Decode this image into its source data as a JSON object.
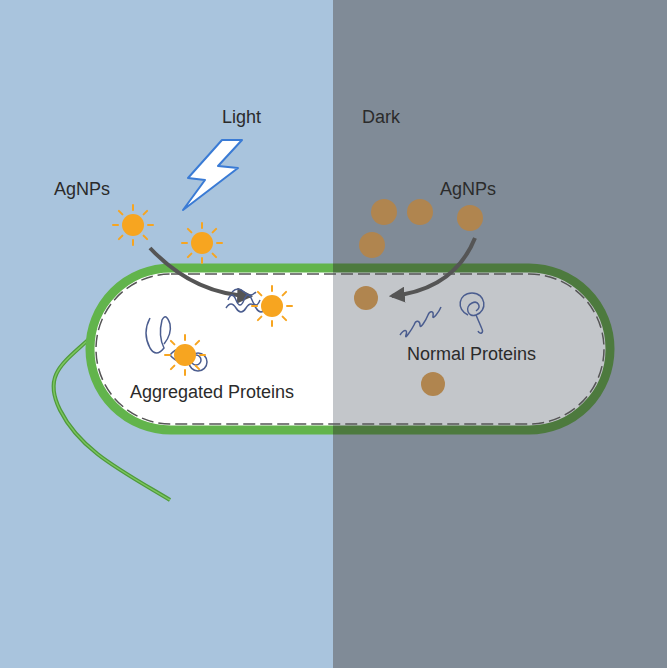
{
  "diagram": {
    "labels": [
      "Light",
      "Dark",
      "AgNPs",
      "AgNPs",
      "Aggregated Proteins",
      "Normal Proteins"
    ]
  }
}
